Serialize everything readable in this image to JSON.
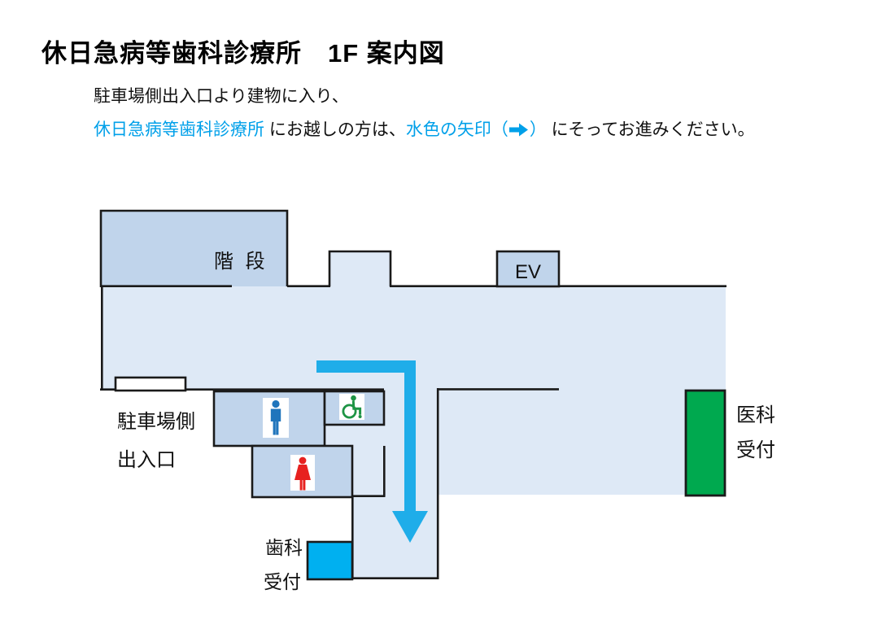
{
  "title": "休日急病等歯科診療所　1F 案内図",
  "instructions": {
    "line1": "駐車場側出入口より建物に入り、",
    "line2_clinic": "休日急病等歯科診療所",
    "line2_mid": " にお越しの方は、",
    "line2_arrow_pre": "水色の矢印（",
    "line2_arrow_post": "）",
    "line2_rest": " にそってお進みください。"
  },
  "map": {
    "labels": {
      "stairs": "階 段",
      "elevator": "EV",
      "parking_entrance_line1": "駐車場側",
      "parking_entrance_line2": "出入口",
      "medical_reception_line1": "医科",
      "medical_reception_line2": "受付",
      "dental_reception_line1": "歯科",
      "dental_reception_line2": "受付"
    },
    "colors": {
      "corridor_fill": "#DEE9F6",
      "room_fill": "#C0D4EB",
      "wall": "#1A1A1A",
      "route_arrow": "#1FADE9",
      "dental_reception_box": "#00B0F0",
      "medical_reception_box": "#00A94F",
      "accent_text": "#00A0E9",
      "male_icon": "#2075BC",
      "female_icon": "#E7211F",
      "wheelchair_icon": "#1E9445"
    }
  }
}
